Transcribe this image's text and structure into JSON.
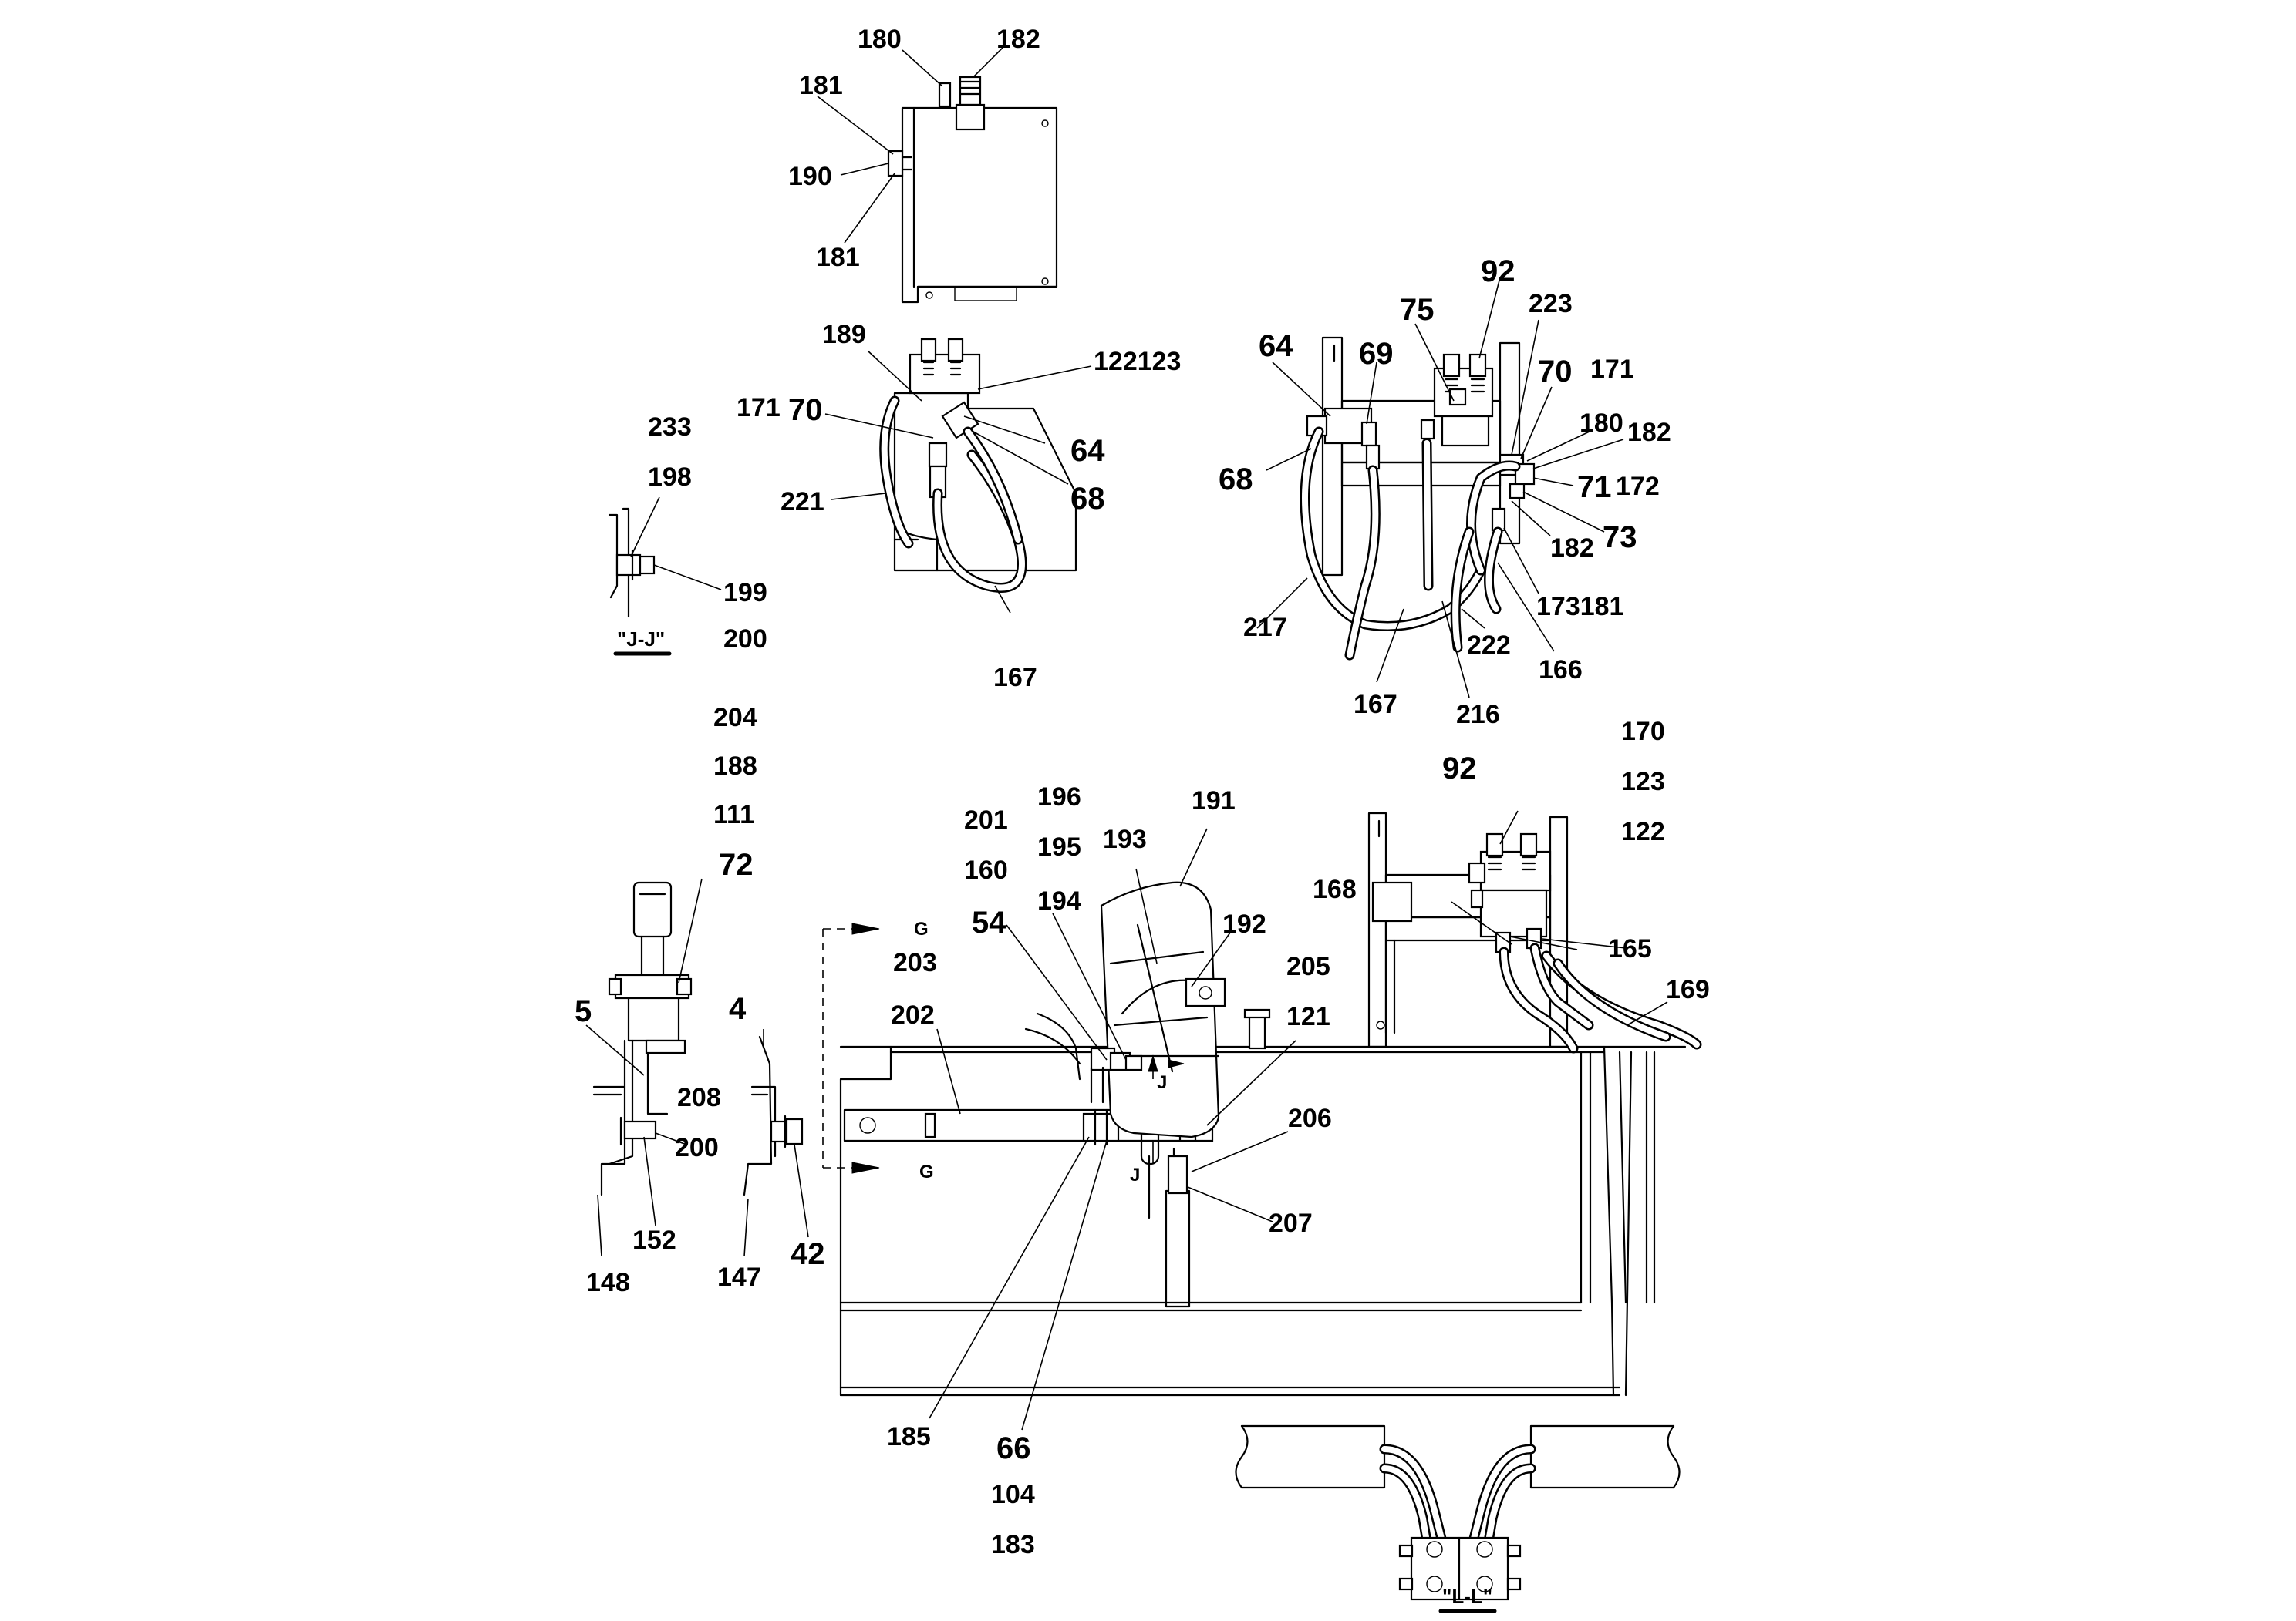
{
  "callouts": {
    "c180a": "180",
    "c182a": "182",
    "c181a": "181",
    "c190": "190",
    "c181b": "181",
    "c189": "189",
    "c122123a": "122123",
    "c171a": "171",
    "c70a": "70",
    "c64a": "64",
    "c68a": "68",
    "c221": "221",
    "c167a": "167",
    "c233": "233",
    "c198": "198",
    "c199": "199",
    "c200a": "200",
    "c92a": "92",
    "c75": "75",
    "c64b": "64",
    "c69": "69",
    "c223": "223",
    "c70b": "70",
    "c171b": "171",
    "c180b": "180",
    "c182b": "182",
    "c68b": "68",
    "c71": "71",
    "c172": "172",
    "c73": "73",
    "c182c": "182",
    "c173181": "173181",
    "c217": "217",
    "c222": "222",
    "c166": "166",
    "c167b": "167",
    "c216": "216",
    "c204": "204",
    "c188": "188",
    "c111": "111",
    "c72": "72",
    "c5": "5",
    "c4": "4",
    "c208": "208",
    "c200b": "200",
    "c152": "152",
    "c148": "148",
    "c147": "147",
    "c42": "42",
    "c201": "201",
    "c160": "160",
    "c196": "196",
    "c195": "195",
    "c193": "193",
    "c191": "191",
    "c54": "54",
    "c194": "194",
    "c192": "192",
    "c203": "203",
    "c202": "202",
    "c205": "205",
    "c121": "121",
    "c206": "206",
    "c207": "207",
    "c185": "185",
    "c66": "66",
    "c104": "104",
    "c183": "183",
    "c170": "170",
    "c123": "123",
    "c92b": "92",
    "c122": "122",
    "c168": "168",
    "c165": "165",
    "c169": "169"
  },
  "markers": {
    "g_top": "G",
    "g_bottom": "G",
    "j_top": "J",
    "j_bottom": "J"
  },
  "sections": {
    "jj": "\"J-J\"",
    "ll": "\"L-L\""
  }
}
